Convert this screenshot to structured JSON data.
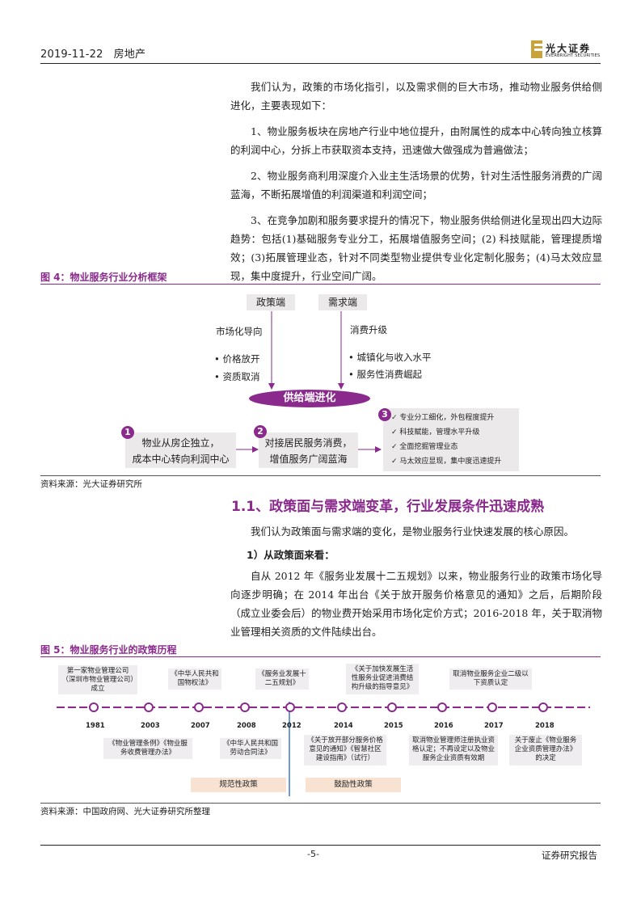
{
  "header": {
    "date": "2019-11-22",
    "section": "房地产",
    "logo_cn": "光大证券",
    "logo_en": "EVERBRIGHT SECURITIES"
  },
  "intro": {
    "p1": "我们认为，政策的市场化指引，以及需求侧的巨大市场，推动物业服务供给侧进化，主要表现如下：",
    "p2": "1、物业服务板块在房地产行业中地位提升，由附属性的成本中心转向独立核算的利润中心，分拆上市获取资本支持，迅速做大做强成为普遍做法；",
    "p3": "2、物业服务商利用深度介入业主生活场景的优势，针对生活性服务消费的广阔蓝海，不断拓展增值的利润渠道和利润空间；",
    "p4": "3、在竞争加剧和服务要求提升的情况下，物业服务供给侧进化呈现出四大边际趋势：包括(1)基础服务专业分工，拓展增值服务空间；(2) 科技赋能，管理提质增效；(3)拓展管理业态，针对不同类型物业提供专业化定制化服务；(4)马太效应显现，集中度提升，行业空间广阔。"
  },
  "fig4": {
    "title": "图 4：物业服务行业分析框架",
    "policy": "政策端",
    "demand": "需求端",
    "market": "市场化导向",
    "consume": "消费升级",
    "left_b1": "• 价格放开",
    "left_b2": "• 资质取消",
    "right_b1": "• 城镇化与收入水平",
    "right_b2": "• 服务性消费崛起",
    "center": "供给端进化",
    "n1": "1",
    "n2": "2",
    "n3": "3",
    "box1_l1": "物业从房企独立，",
    "box1_l2": "成本中心转向利润中心",
    "box2_l1": "对接居民服务消费，",
    "box2_l2": "增值服务广阔蓝海",
    "box3": [
      "专业分工细化，外包程度提升",
      "科技赋能，管理水平升级",
      "全面挖掘管理业态",
      "马太效应显现，集中度迅速提升"
    ],
    "source": "资料来源：光大证券研究所"
  },
  "section": {
    "title": "1.1、政策面与需求端变革，行业发展条件迅速成熟",
    "lead": "我们认为政策面与需求端的变化，是物业服务行业快速发展的核心原因。",
    "sub": "1）从政策面来看：",
    "body": "自从 2012 年《服务业发展十二五规划》以来，物业服务行业的政策市场化导向逐步明确；在 2014 年出台《关于放开服务价格意见的通知》之后，后期阶段（成立业委会后）的物业费开始采用市场化定价方式；2016-2018 年，关于取消物业管理相关资质的文件陆续出台。"
  },
  "fig5": {
    "title": "图 5：物业服务行业的政策历程",
    "years": [
      "1981",
      "2003",
      "2007",
      "2008",
      "2012",
      "2014",
      "2015",
      "2016",
      "2017",
      "2018"
    ],
    "top_boxes": [
      "第一家物业管理公司（深圳市物业管理公司）成立",
      "《中华人民共和国物权法》",
      "《服务业发展十二五规划》",
      "《关于加快发展生活性服务业促进消费结构升级的指导意见》",
      "取消物业服务企业二级以下资质认定"
    ],
    "bottom_boxes": [
      "《物业管理条例》《物业服务收费管理办法》",
      "《中华人民共和国劳动合同法》",
      "《关于放开部分服务价格意见的通知》《智慧社区建设指南》（试行）",
      "取消物业管理师注册执业资格认定；不再设定以及物业服务企业资质有效期",
      "关于废止《物业服务企业资质管理办法》的决定"
    ],
    "band_left": "规范性政策",
    "band_right": "鼓励性政策",
    "source": "资料来源：中国政府网、光大证券研究所整理",
    "colors": {
      "accent": "#8a2a8c",
      "band": "#f8e3d3",
      "box": "#efedf0"
    }
  },
  "footer": {
    "page": "-5-",
    "right": "证券研究报告"
  }
}
